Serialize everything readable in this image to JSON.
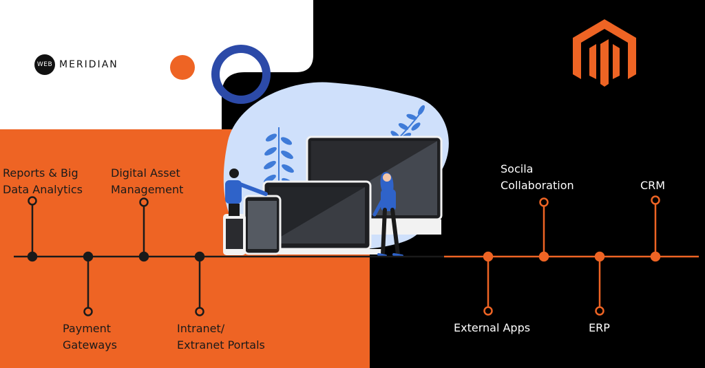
{
  "brand": {
    "logo_left": "WEB",
    "logo_right": "MERIDIAN",
    "platform_logo": "magento-icon"
  },
  "colors": {
    "orange": "#ee6424",
    "black": "#000000",
    "navy": "#2c4aa8",
    "white": "#ffffff",
    "light_blue": "#cfe0fb"
  },
  "timeline_left": [
    {
      "line1": "Reports & Big",
      "line2": "Data Analytics"
    },
    {
      "line1": "Payment",
      "line2": "Gateways"
    },
    {
      "line1": "Digital Asset",
      "line2": "Management"
    },
    {
      "line1": "Intranet/",
      "line2": "Extranet Portals"
    }
  ],
  "timeline_right": [
    {
      "line1": "External Apps"
    },
    {
      "line1": "Socila",
      "line2": "Collaboration"
    },
    {
      "line1": "ERP"
    },
    {
      "line1": "CRM"
    }
  ]
}
